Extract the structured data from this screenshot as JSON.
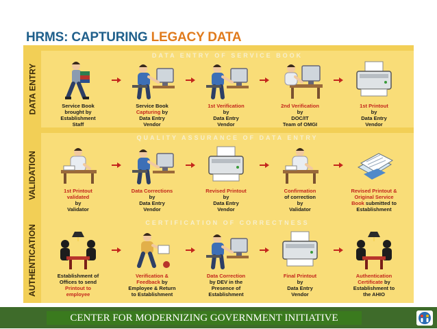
{
  "title": {
    "part1": "HRMS: CAPTURING ",
    "part2": "LEGACY DATA"
  },
  "rows": [
    {
      "side": "DATA ENTRY",
      "banner": "DATA ENTRY OF SERVICE BOOK",
      "steps": [
        {
          "icon": "clerk-carrying-books-icon",
          "lines": [
            [
              "Service Book"
            ],
            [
              "brought by"
            ],
            [
              "Establishment"
            ],
            [
              "Staff"
            ]
          ]
        },
        {
          "icon": "operator-at-computer-icon",
          "lines": [
            [
              "Service Book"
            ],
            [
              {
                "t": "Capturing",
                "red": true
              },
              " by"
            ],
            [
              "Data Entry"
            ],
            [
              "Vendor"
            ]
          ]
        },
        {
          "icon": "operator-at-computer-icon",
          "lines": [
            [
              {
                "t": "1st Verification",
                "red": true
              }
            ],
            [
              "by"
            ],
            [
              "Data Entry"
            ],
            [
              "Vendor"
            ]
          ]
        },
        {
          "icon": "officer-at-computer-icon",
          "lines": [
            [
              {
                "t": "2nd Verification",
                "red": true
              }
            ],
            [
              "by"
            ],
            [
              "DOC/IT"
            ],
            [
              "Team of OMGI"
            ]
          ]
        },
        {
          "icon": "printer-icon",
          "lines": [
            [
              {
                "t": "1st Printout",
                "red": true
              }
            ],
            [
              "by"
            ],
            [
              "Data Entry"
            ],
            [
              "Vendor"
            ]
          ]
        }
      ]
    },
    {
      "side": "VALIDATION",
      "banner": "QUALITY ASSURANCE OF DATA ENTRY",
      "steps": [
        {
          "icon": "validator-reviewing-icon",
          "lines": [
            [
              {
                "t": "1st Printout",
                "red": true
              }
            ],
            [
              {
                "t": "validated",
                "red": true
              }
            ],
            [
              "by"
            ],
            [
              "Validator"
            ]
          ]
        },
        {
          "icon": "operator-at-computer-icon",
          "lines": [
            [
              {
                "t": "Data Corrections",
                "red": true
              }
            ],
            [
              "by"
            ],
            [
              "Data Entry"
            ],
            [
              "Vendor"
            ]
          ]
        },
        {
          "icon": "printer-icon",
          "lines": [
            [
              {
                "t": "Revised Printout",
                "red": true
              }
            ],
            [
              "by"
            ],
            [
              "Data Entry"
            ],
            [
              "Vendor"
            ]
          ]
        },
        {
          "icon": "validator-reviewing-icon",
          "lines": [
            [
              {
                "t": "Confirmation",
                "red": true
              }
            ],
            [
              "of correction"
            ],
            [
              "by"
            ],
            [
              "Validator"
            ]
          ]
        },
        {
          "icon": "documents-icon",
          "lines": [
            [
              {
                "t": "Revised Printout &",
                "red": true
              }
            ],
            [
              {
                "t": "Original Service",
                "red": true
              }
            ],
            [
              {
                "t": "Book",
                "red": true
              },
              " submitted to"
            ],
            [
              "Establishment"
            ]
          ]
        }
      ]
    },
    {
      "side": "AUTHENTICATION",
      "banner": "CERTIFICATION OF CORRECTNESS",
      "steps": [
        {
          "icon": "meeting-icon",
          "lines": [
            [
              "Establishment of"
            ],
            [
              "Offices to send"
            ],
            [
              {
                "t": "Printout to",
                "red": true
              }
            ],
            [
              {
                "t": "employee",
                "red": true
              }
            ]
          ]
        },
        {
          "icon": "employee-feedback-icon",
          "lines": [
            [
              {
                "t": "Verification &",
                "red": true
              }
            ],
            [
              {
                "t": "Feedback",
                "red": true
              },
              " by"
            ],
            [
              "Employee & Return"
            ],
            [
              "to Establishment"
            ]
          ]
        },
        {
          "icon": "operator-at-computer-icon",
          "lines": [
            [
              {
                "t": "Data Correction",
                "red": true
              }
            ],
            [
              "by DEV in the"
            ],
            [
              "Presence of"
            ],
            [
              "Establishment"
            ]
          ]
        },
        {
          "icon": "printer-icon",
          "lines": [
            [
              {
                "t": "Final Printout",
                "red": true
              }
            ],
            [
              "by"
            ],
            [
              "Data Entry"
            ],
            [
              "Vendor"
            ]
          ]
        },
        {
          "icon": "meeting-icon",
          "lines": [
            [
              {
                "t": "Authentication",
                "red": true
              }
            ],
            [
              {
                "t": "Certificate",
                "red": true
              },
              " by"
            ],
            [
              "Establishment to"
            ],
            [
              "the AHIO"
            ]
          ]
        }
      ]
    }
  ],
  "footer": {
    "text": "CENTER FOR MODERNIZING GOVERNMENT INITIATIVE"
  },
  "colors": {
    "panel": "#f2cf56",
    "row": "#f9dd78",
    "arrow": "#c3261c",
    "footer": "#3e6b2a",
    "title_blue": "#1f5f8b",
    "title_orange": "#e07b1d"
  }
}
